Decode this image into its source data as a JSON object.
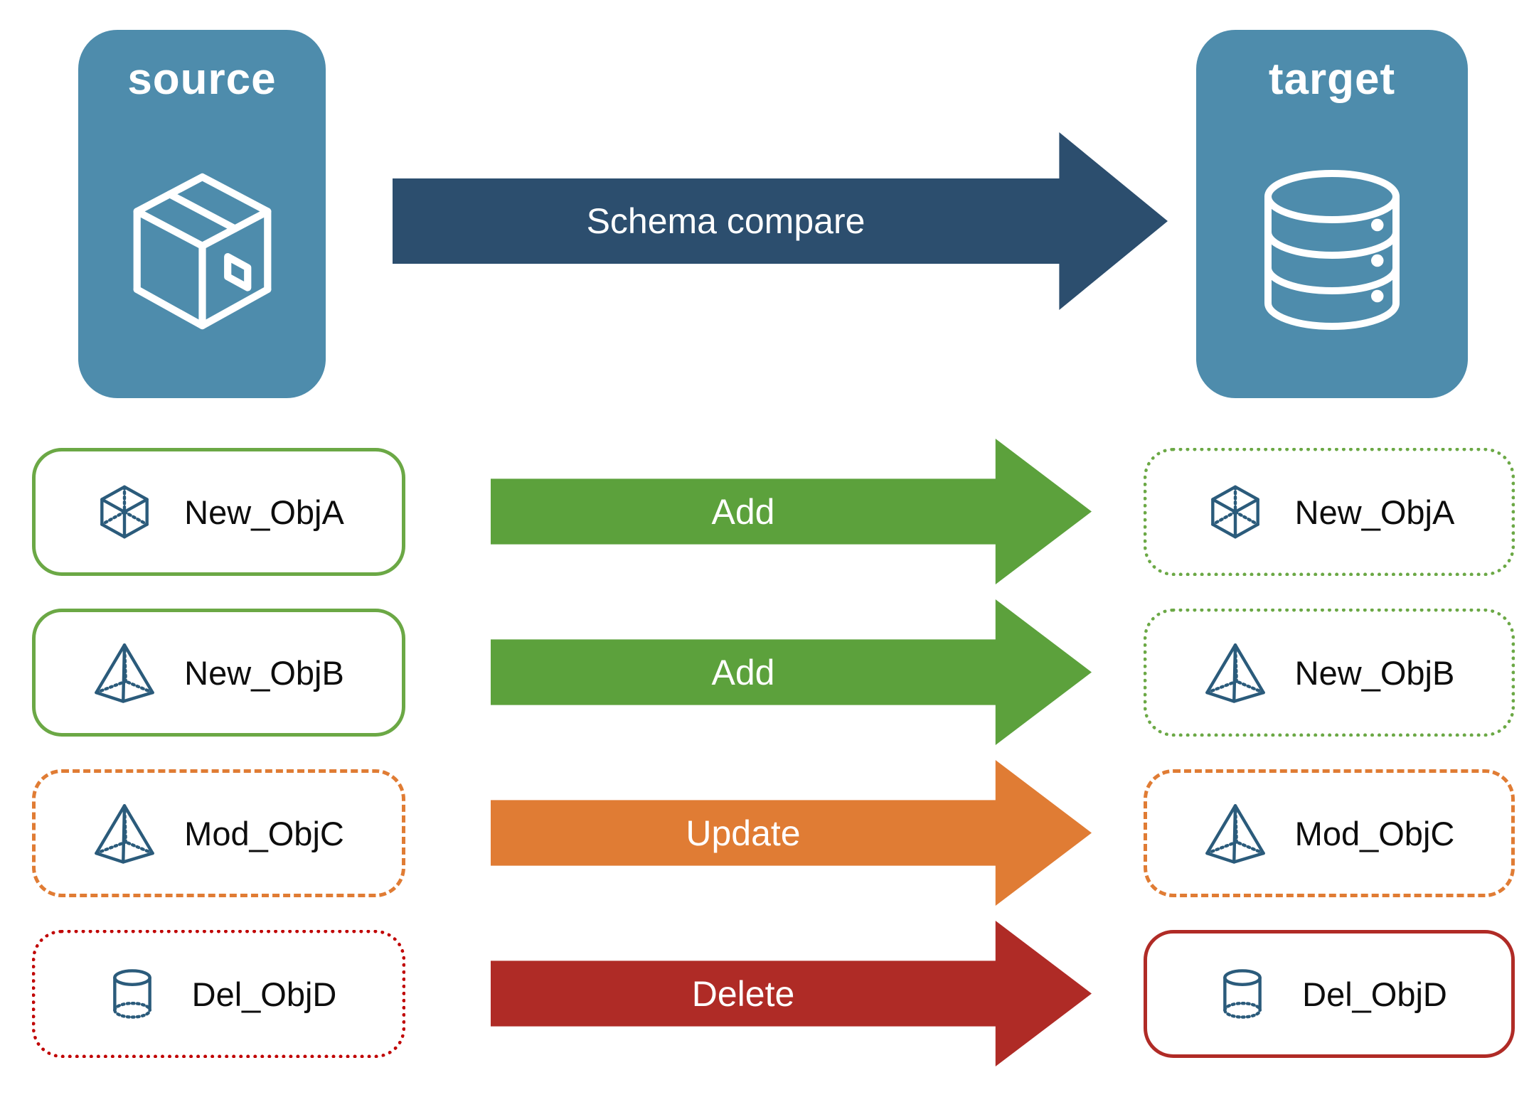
{
  "header": {
    "source_label": "source",
    "target_label": "target",
    "compare_label": "Schema compare",
    "source_icon": "package-icon",
    "target_icon": "database-icon"
  },
  "palette": {
    "node_blue": "#4E8CAC",
    "compare_navy": "#2C4E6E",
    "add_green": "#5CA13C",
    "green_border": "#6BA845",
    "update_orange": "#E07C34",
    "delete_red": "#AF2B26",
    "red_dotted_border": "#C00000",
    "icon_blue": "#2B5B7B"
  },
  "rows": [
    {
      "name": "New_ObjA",
      "action": "Add",
      "icon": "cube-icon",
      "left_border": "green-solid",
      "right_border": "green-dotted",
      "arrow_color": "green"
    },
    {
      "name": "New_ObjB",
      "action": "Add",
      "icon": "pyramid-icon",
      "left_border": "green-solid",
      "right_border": "green-dotted",
      "arrow_color": "green"
    },
    {
      "name": "Mod_ObjC",
      "action": "Update",
      "icon": "pyramid-icon",
      "left_border": "orange-dashed",
      "right_border": "orange-dashed",
      "arrow_color": "orange"
    },
    {
      "name": "Del_ObjD",
      "action": "Delete",
      "icon": "cylinder-icon",
      "left_border": "red-dotted",
      "right_border": "red-solid",
      "arrow_color": "red"
    }
  ]
}
